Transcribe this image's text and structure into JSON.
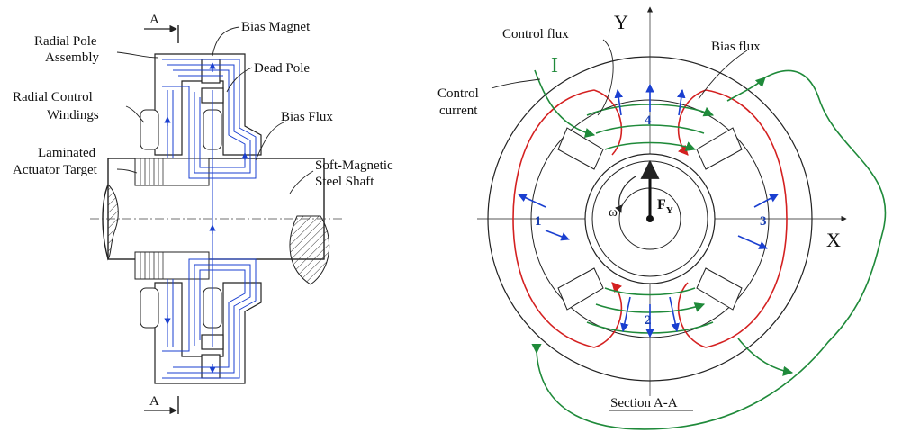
{
  "left": {
    "section_mark_top": "A",
    "section_mark_bottom": "A",
    "labels": {
      "bias_magnet": "Bias Magnet",
      "radial_pole_1": "Radial Pole",
      "radial_pole_2": "Assembly",
      "dead_pole": "Dead Pole",
      "radial_control_1": "Radial Control",
      "radial_control_2": "Windings",
      "bias_flux": "Bias Flux",
      "laminated_1": "Laminated",
      "laminated_2": "Actuator Target",
      "soft_magnetic_1": "Soft-Magnetic",
      "soft_magnetic_2": "Steel Shaft"
    }
  },
  "right": {
    "axis_y": "Y",
    "axis_x": "X",
    "control_flux": "Control flux",
    "bias_flux": "Bias flux",
    "control_current_1": "Control",
    "control_current_2": "current",
    "current_symbol": "I",
    "omega": "ω",
    "force_main": "F",
    "force_sub": "Y",
    "pole_1": "1",
    "pole_2": "2",
    "pole_3": "3",
    "pole_4": "4",
    "section_title": "Section A-A"
  },
  "colors": {
    "bias": "#d42020",
    "control": "#1f8a3a",
    "flux_blue": "#1a3fd0",
    "ink": "#222222"
  }
}
